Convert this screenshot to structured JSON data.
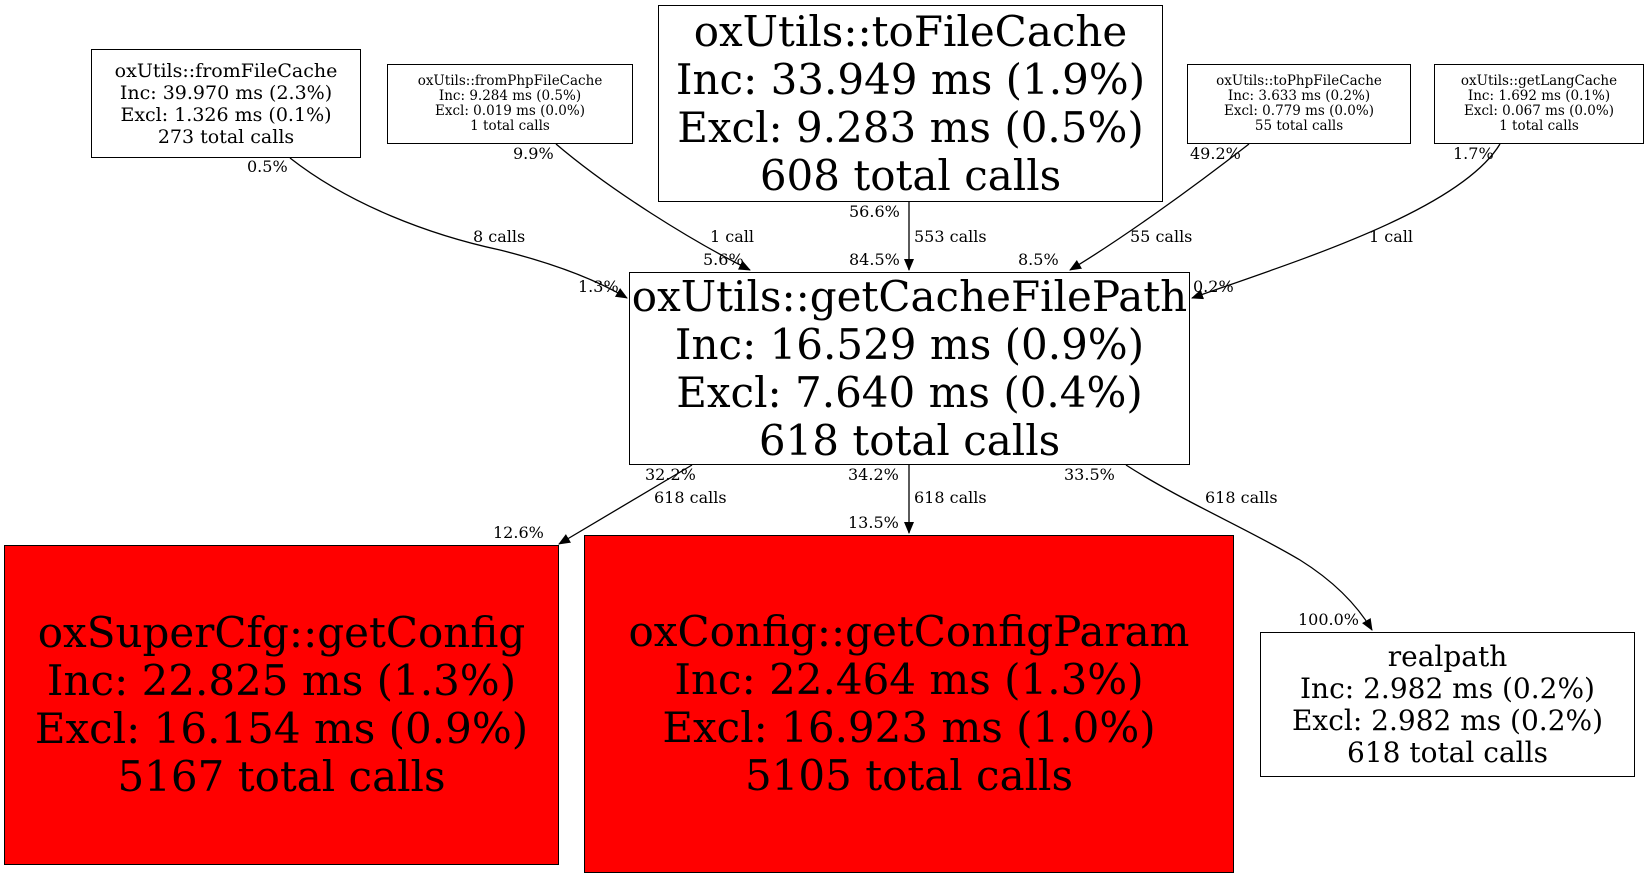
{
  "graph": {
    "nodes": [
      {
        "id": "fromFileCache",
        "size": "m",
        "hot": false,
        "lines": [
          "oxUtils::fromFileCache",
          "Inc: 39.970 ms (2.3%)",
          "Excl: 1.326 ms (0.1%)",
          "273 total calls"
        ]
      },
      {
        "id": "fromPhpFileCache",
        "size": "s",
        "hot": false,
        "lines": [
          "oxUtils::fromPhpFileCache",
          "Inc: 9.284 ms (0.5%)",
          "Excl: 0.019 ms (0.0%)",
          "1 total calls"
        ]
      },
      {
        "id": "toFileCache",
        "size": "xl",
        "hot": false,
        "lines": [
          "oxUtils::toFileCache",
          "Inc: 33.949 ms (1.9%)",
          "Excl: 9.283 ms (0.5%)",
          "608 total calls"
        ]
      },
      {
        "id": "toPhpFileCache",
        "size": "s",
        "hot": false,
        "lines": [
          "oxUtils::toPhpFileCache",
          "Inc: 3.633 ms (0.2%)",
          "Excl: 0.779 ms (0.0%)",
          "55 total calls"
        ]
      },
      {
        "id": "getLangCache",
        "size": "s",
        "hot": false,
        "lines": [
          "oxUtils::getLangCache",
          "Inc: 1.692 ms (0.1%)",
          "Excl: 0.067 ms (0.0%)",
          "1 total calls"
        ]
      },
      {
        "id": "getCacheFilePath",
        "size": "xl",
        "hot": false,
        "lines": [
          "oxUtils::getCacheFilePath",
          "Inc: 16.529 ms (0.9%)",
          "Excl: 7.640 ms (0.4%)",
          "618 total calls"
        ]
      },
      {
        "id": "getConfig",
        "size": "xl",
        "hot": true,
        "lines": [
          "oxSuperCfg::getConfig",
          "Inc: 22.825 ms (1.3%)",
          "Excl: 16.154 ms (0.9%)",
          "5167 total calls"
        ]
      },
      {
        "id": "getConfigParam",
        "size": "xl",
        "hot": true,
        "lines": [
          "oxConfig::getConfigParam",
          "Inc: 22.464 ms (1.3%)",
          "Excl: 16.923 ms (1.0%)",
          "5105 total calls"
        ]
      },
      {
        "id": "realpath",
        "size": "l",
        "hot": false,
        "lines": [
          "realpath",
          "Inc: 2.982 ms (0.2%)",
          "Excl: 2.982 ms (0.2%)",
          "618 total calls"
        ]
      }
    ],
    "edges": [
      {
        "from": "fromFileCache",
        "to": "getCacheFilePath",
        "calls": "8 calls",
        "tail": "0.5%",
        "head": "1.3%"
      },
      {
        "from": "fromPhpFileCache",
        "to": "getCacheFilePath",
        "calls": "1 call",
        "tail": "9.9%",
        "head": "5.6%"
      },
      {
        "from": "toFileCache",
        "to": "getCacheFilePath",
        "calls": "553 calls",
        "tail": "56.6%",
        "head": "84.5%"
      },
      {
        "from": "toPhpFileCache",
        "to": "getCacheFilePath",
        "calls": "55 calls",
        "tail": "49.2%",
        "head": "8.5%"
      },
      {
        "from": "getLangCache",
        "to": "getCacheFilePath",
        "calls": "1 call",
        "tail": "1.7%",
        "head": "0.2%"
      },
      {
        "from": "getCacheFilePath",
        "to": "getConfig",
        "calls": "618 calls",
        "tail": "32.2%",
        "head": "12.6%"
      },
      {
        "from": "getCacheFilePath",
        "to": "getConfigParam",
        "calls": "618 calls",
        "tail": "34.2%",
        "head": "13.5%"
      },
      {
        "from": "getCacheFilePath",
        "to": "realpath",
        "calls": "618 calls",
        "tail": "33.5%",
        "head": "100.0%"
      }
    ]
  }
}
